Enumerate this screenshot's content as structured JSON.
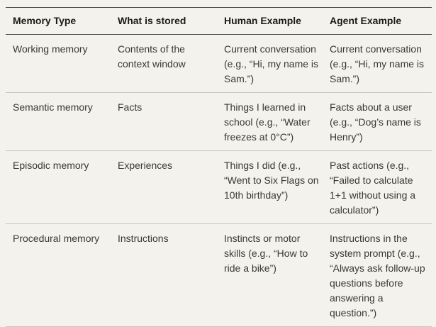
{
  "colors": {
    "background": "#f4f2ec",
    "header_rule": "#4a473f",
    "row_rule": "#c8c6bf",
    "header_text": "#1c1a16",
    "body_text": "#3b3832"
  },
  "table": {
    "columns": [
      "Memory Type",
      "What is stored",
      "Human Example",
      "Agent Example"
    ],
    "rows": [
      {
        "memory_type": "Working memory",
        "what_is_stored": "Contents of the context window",
        "human_example": "Current conversation (e.g., “Hi, my name is Sam.”)",
        "agent_example": "Current conversation (e.g., “Hi, my name is Sam.”)"
      },
      {
        "memory_type": "Semantic memory",
        "what_is_stored": "Facts",
        "human_example": "Things I learned in school (e.g., “Water freezes at 0°C”)",
        "agent_example": "Facts about a user (e.g., “Dog’s name is Henry”)"
      },
      {
        "memory_type": "Episodic memory",
        "what_is_stored": "Experiences",
        "human_example": "Things I did (e.g., “Went to Six Flags on 10th birthday”)",
        "agent_example": "Past actions (e.g., “Failed to calculate 1+1 without using a calculator”)"
      },
      {
        "memory_type": "Procedural memory",
        "what_is_stored": "Instructions",
        "human_example": "Instincts or motor skills (e.g., “How to ride a bike”)",
        "agent_example": "Instructions in the system prompt (e.g., “Always ask follow-up questions before answering a question.”)"
      }
    ]
  }
}
